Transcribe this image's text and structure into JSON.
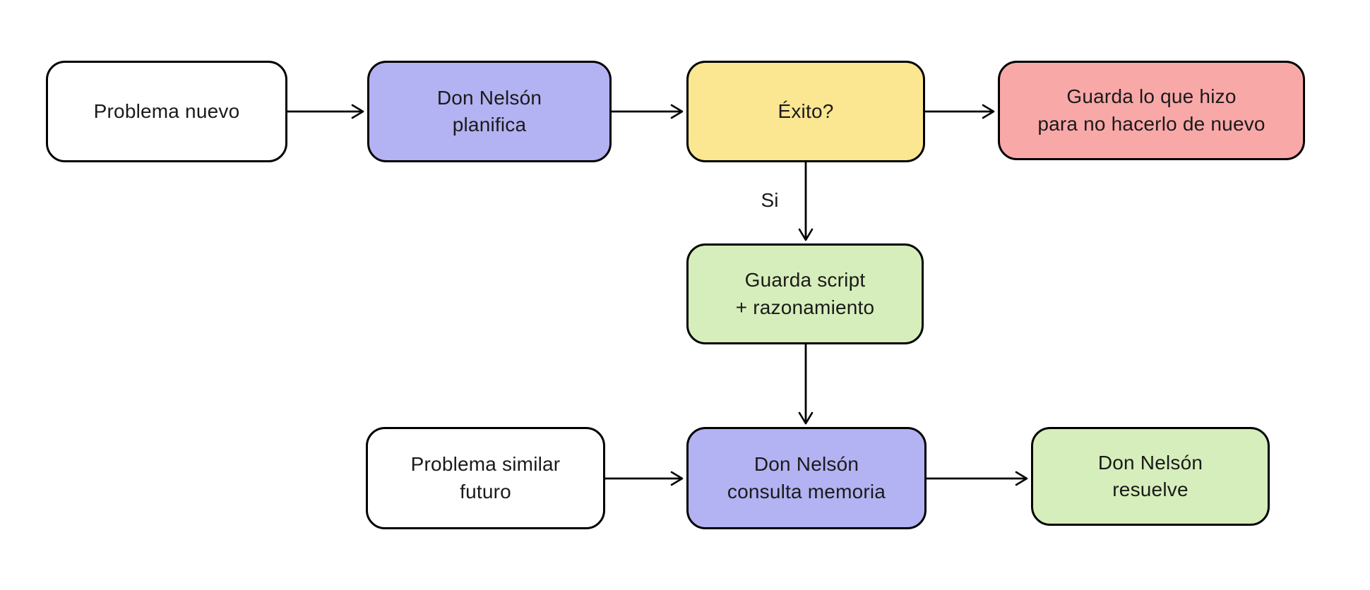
{
  "diagram": {
    "title": "flowchart",
    "nodes": [
      {
        "id": "problema-nuevo",
        "fill": "white",
        "lines": [
          "Problema nuevo",
          ""
        ]
      },
      {
        "id": "don-nelson-planifica",
        "fill": "purple",
        "lines": [
          "Don Nelsón",
          "planifica"
        ]
      },
      {
        "id": "exito",
        "fill": "yellow",
        "lines": [
          "Éxito?",
          ""
        ]
      },
      {
        "id": "guarda-lo-que-hizo",
        "fill": "pink",
        "lines": [
          "Guarda lo que hizo",
          "para no hacerlo de nuevo"
        ]
      },
      {
        "id": "guarda-script",
        "fill": "green",
        "lines": [
          "Guarda script",
          "+ razonamiento"
        ]
      },
      {
        "id": "problema-similar-futuro",
        "fill": "white",
        "lines": [
          "Problema similar",
          "futuro"
        ]
      },
      {
        "id": "don-nelson-consulta",
        "fill": "purple",
        "lines": [
          "Don Nelsón",
          "consulta memoria"
        ]
      },
      {
        "id": "don-nelson-resuelve",
        "fill": "green",
        "lines": [
          "Don Nelsón",
          "resuelve"
        ]
      }
    ],
    "edges": [
      {
        "from": "problema-nuevo",
        "to": "don-nelson-planifica",
        "label": ""
      },
      {
        "from": "don-nelson-planifica",
        "to": "exito",
        "label": ""
      },
      {
        "from": "exito",
        "to": "guarda-lo-que-hizo",
        "label": ""
      },
      {
        "from": "exito",
        "to": "guarda-script",
        "label": "Si"
      },
      {
        "from": "guarda-script",
        "to": "don-nelson-consulta",
        "label": ""
      },
      {
        "from": "problema-similar-futuro",
        "to": "don-nelson-consulta",
        "label": ""
      },
      {
        "from": "don-nelson-consulta",
        "to": "don-nelson-resuelve",
        "label": ""
      }
    ],
    "edge_labels": {
      "si": "Si"
    },
    "colors": {
      "white": "#ffffff",
      "purple": "#b3b2f2",
      "yellow": "#fbe692",
      "pink": "#f9a8a8",
      "green": "#d6eebb",
      "stroke": "#000000",
      "text": "#1a1a1a",
      "background": "#ffffff"
    }
  }
}
